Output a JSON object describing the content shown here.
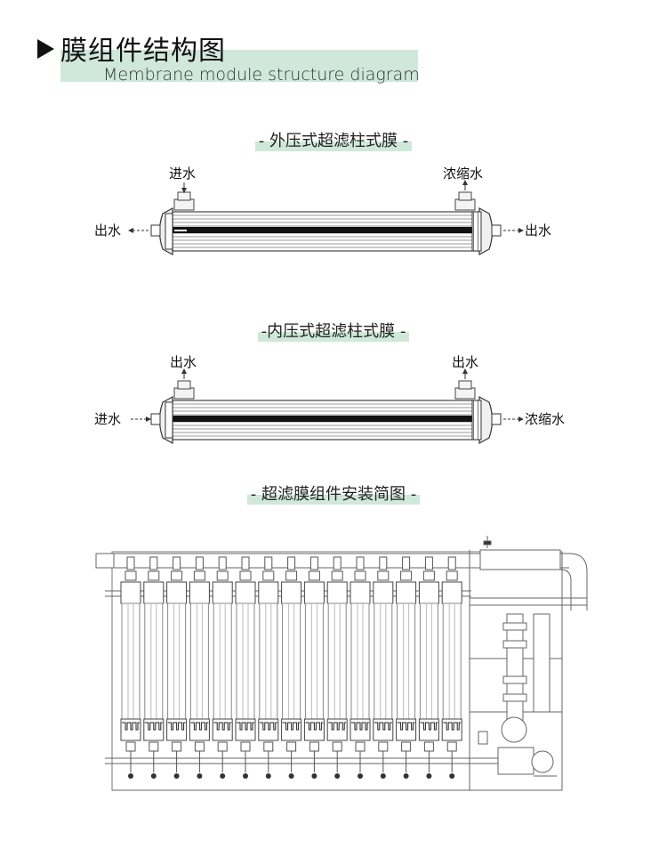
{
  "header": {
    "title_cn": "膜组件结构图",
    "title_en": "Membrane module structure diagram"
  },
  "sections": {
    "external": {
      "title": "- 外压式超滤柱式膜 -",
      "labels": {
        "top_left": "进水",
        "top_right": "浓缩水",
        "left": "出水",
        "right": "出水"
      }
    },
    "internal": {
      "title": "-内压式超滤柱式膜 -",
      "labels": {
        "top_left": "出水",
        "top_right": "出水",
        "left": "进水",
        "right": "浓缩水"
      }
    },
    "install": {
      "title": "- 超滤膜组件安装简图 -"
    }
  },
  "colors": {
    "accent_highlight": "#cfe8da",
    "line": "#666666",
    "dark": "#111111"
  }
}
